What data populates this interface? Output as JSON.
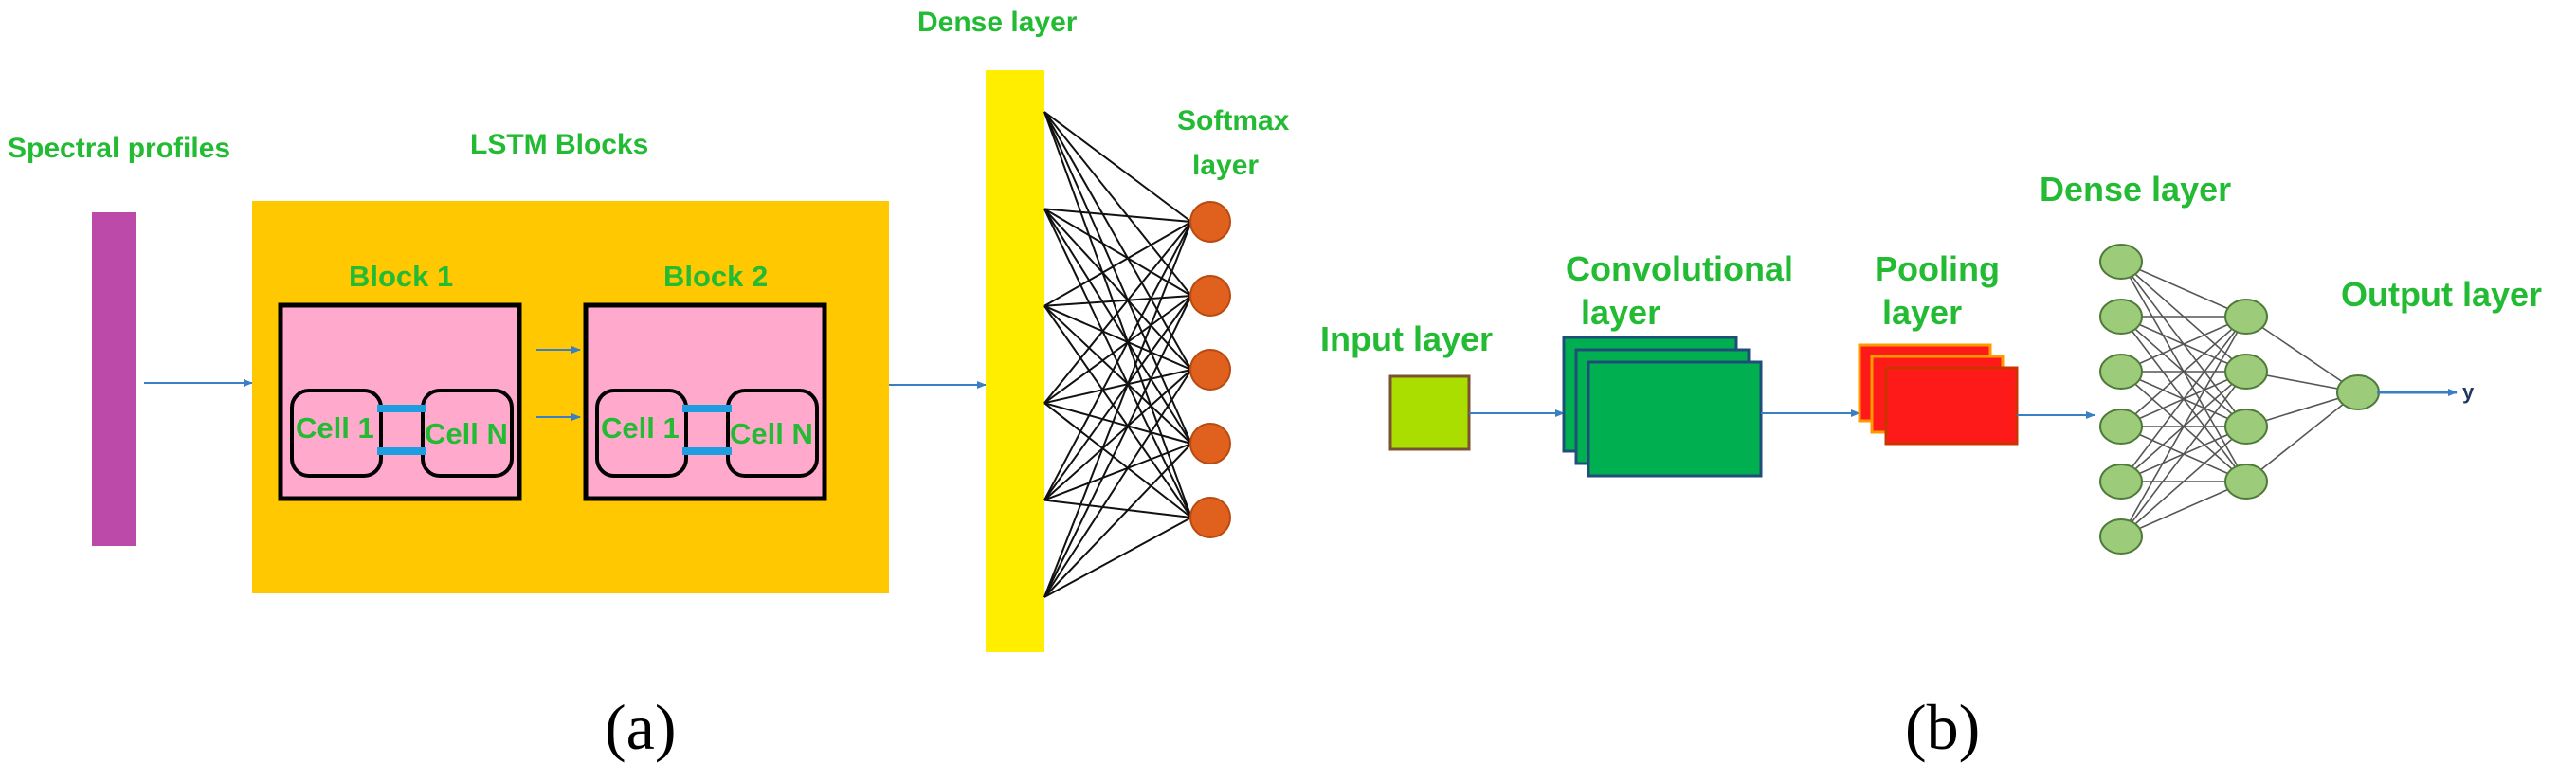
{
  "colors": {
    "label_green": "#22bb33",
    "lstm_container": "#ffc800",
    "block_fill": "#ffaacc",
    "spectral_bar": "#bb4aa8",
    "dense_bar": "#ffee00",
    "softmax_node": "#e0601e",
    "cell_link": "#1e9ee0",
    "arrow": "#3a7fc4",
    "input_square": "#aadd00",
    "conv_fill": "#00b050",
    "conv_edge": "#1f4e79",
    "pool_fill": "#ff1a1a",
    "pool_edge": "#ff9900",
    "dense_node": "#9ccc7a"
  },
  "panel_a": {
    "caption": "(a)",
    "spectral_label": "Spectral profiles",
    "lstm_label": "LSTM Blocks",
    "block1": {
      "title": "Block 1",
      "cell_first": "Cell 1",
      "cell_last": "Cell N"
    },
    "block2": {
      "title": "Block 2",
      "cell_first": "Cell 1",
      "cell_last": "Cell N"
    },
    "dense_label": "Dense layer",
    "softmax_label_line1": "Softmax",
    "softmax_label_line2": "layer",
    "dense_to_softmax": {
      "dense_nodes": 6,
      "softmax_nodes": 5
    }
  },
  "panel_b": {
    "caption": "(b)",
    "input_label": "Input layer",
    "conv_label_line1": "Convolutional",
    "conv_label_line2": "layer",
    "pool_label_line1": "Pooling",
    "pool_label_line2": "layer",
    "dense_label": "Dense layer",
    "output_label": "Output layer",
    "output_symbol": "y",
    "network": {
      "layer1_nodes": 6,
      "layer2_nodes": 4,
      "output_nodes": 1
    }
  }
}
